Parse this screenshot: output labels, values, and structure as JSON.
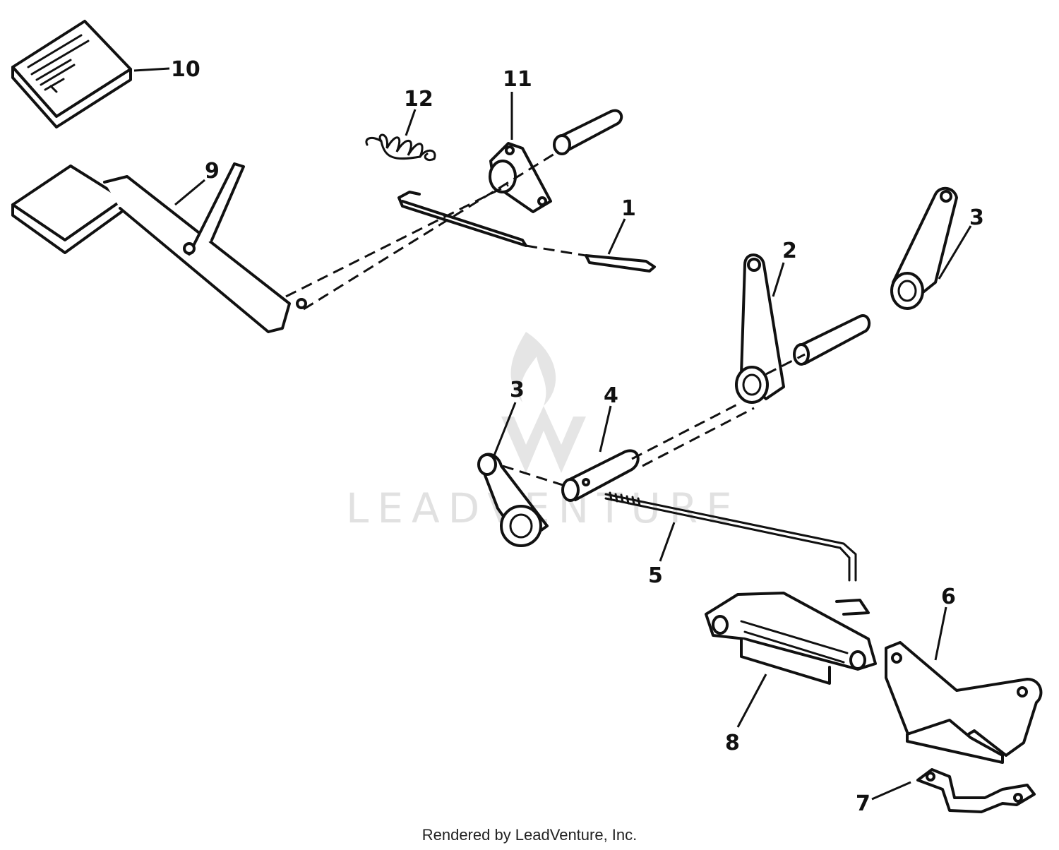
{
  "callouts": {
    "c1": "1",
    "c2": "2",
    "c3a": "3",
    "c3b": "3",
    "c4": "4",
    "c5": "5",
    "c6": "6",
    "c7": "7",
    "c8": "8",
    "c9": "9",
    "c10": "10",
    "c11": "11",
    "c12": "12"
  },
  "watermark": {
    "logo": "LeadVenture",
    "text": "LEADVENTURE"
  },
  "footer": "Rendered by LeadVenture, Inc."
}
